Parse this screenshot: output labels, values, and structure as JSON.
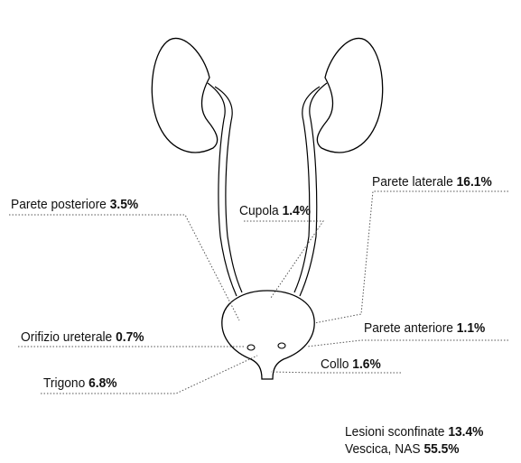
{
  "labels": {
    "parete_posteriore": {
      "text": "Parete posteriore",
      "value": "3.5%"
    },
    "cupola": {
      "text": "Cupola",
      "value": "1.4%"
    },
    "parete_laterale": {
      "text": "Parete laterale",
      "value": "16.1%"
    },
    "parete_anteriore": {
      "text": "Parete anteriore",
      "value": "1.1%"
    },
    "orifizio_ureterale": {
      "text": "Orifizio ureterale",
      "value": "0.7%"
    },
    "collo": {
      "text": "Collo",
      "value": "1.6%"
    },
    "trigono": {
      "text": "Trigono",
      "value": "6.8%"
    },
    "lesioni_sconfinate": {
      "text": "Lesioni sconfinate",
      "value": "13.4%"
    },
    "vescica_nas": {
      "text": "Vescica, NAS",
      "value": "55.5%"
    }
  },
  "colors": {
    "outline": "#000000",
    "leader": "#555555",
    "text": "#111111"
  }
}
